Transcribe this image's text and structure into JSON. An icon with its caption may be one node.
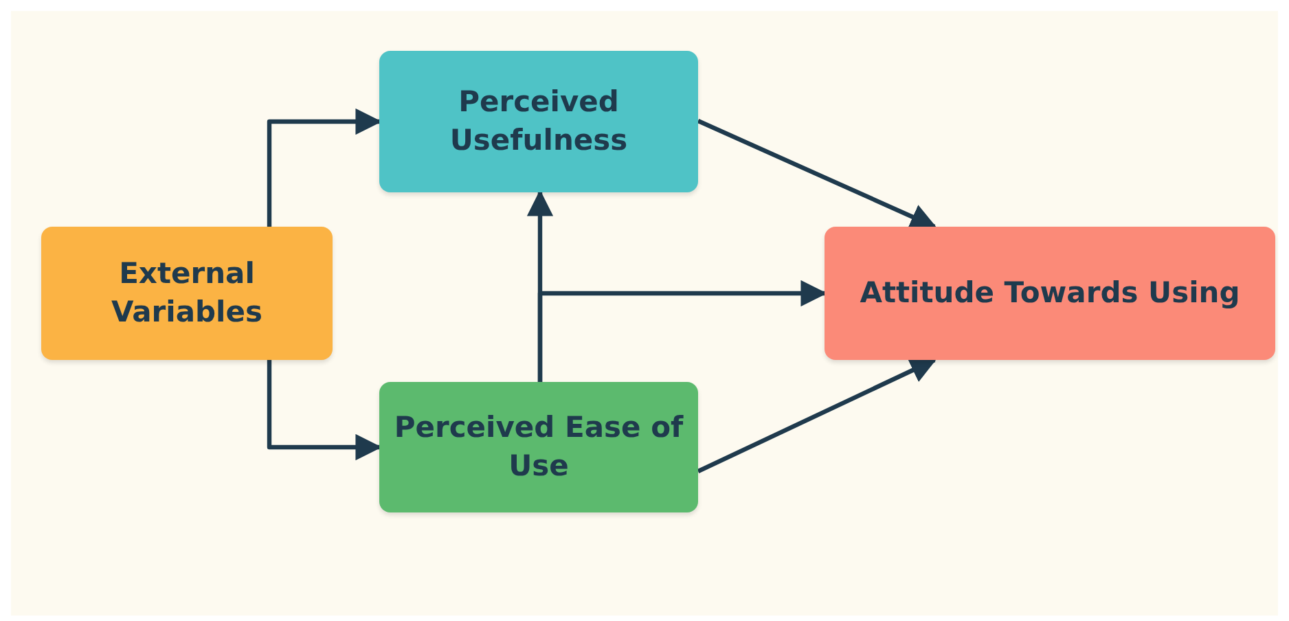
{
  "diagram": {
    "nodes": [
      {
        "text": [
          "External Variables"
        ]
      },
      {
        "text": [
          "Perceived Usefulness"
        ]
      },
      {
        "text": [
          "Perceived Ease of Use"
        ]
      },
      {
        "text": [
          "Attitude Towards Using"
        ]
      }
    ],
    "edges": [
      {
        "from": 0,
        "to": 1,
        "arrow": "to"
      },
      {
        "from": 0,
        "to": 2,
        "arrow": "to"
      },
      {
        "from": 2,
        "to": 1,
        "arrow": "to"
      },
      {
        "from": 2,
        "to": 3,
        "arrow": "to"
      },
      {
        "from": 1,
        "to": 3,
        "arrow": "to"
      },
      {
        "from": 2,
        "to": 3,
        "arrow": "to"
      }
    ]
  }
}
